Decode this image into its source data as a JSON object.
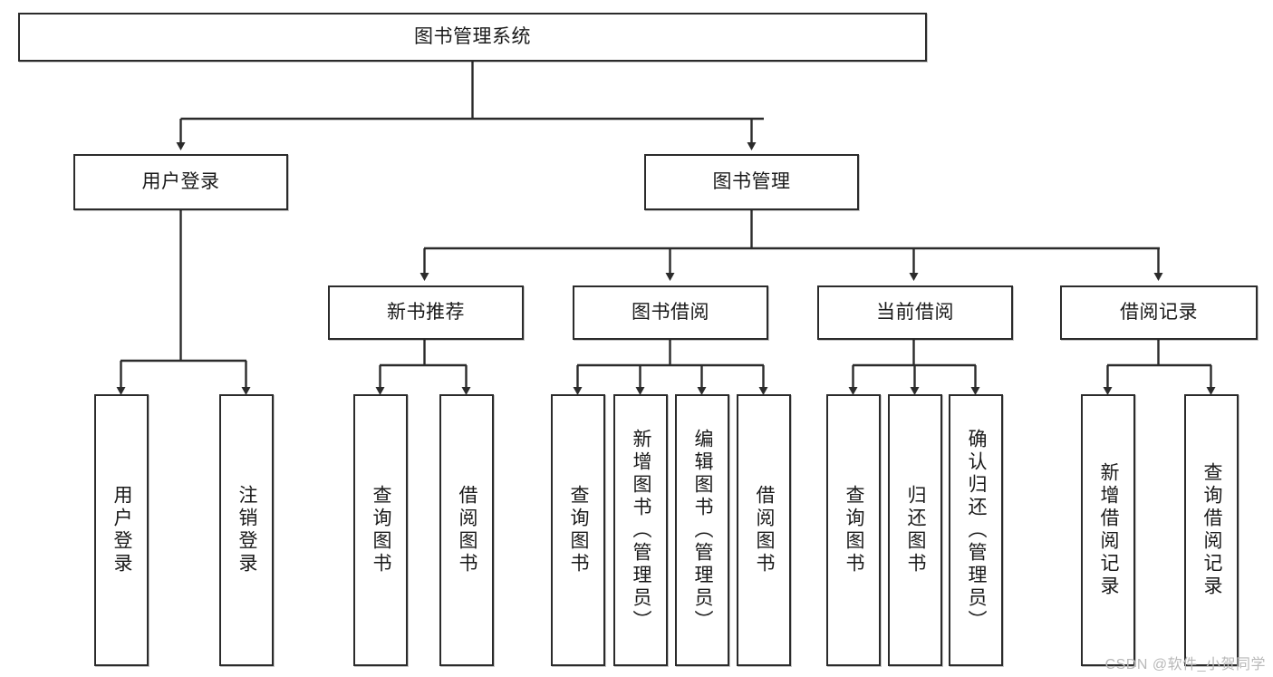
{
  "diagram": {
    "type": "tree-hierarchy",
    "title": "图书管理系统",
    "watermark": "CSDN @软件_小贺同学",
    "colors": {
      "box_border": "#2b2b2b",
      "box_fill": "#ffffff",
      "connector": "#2b2b2b",
      "watermark": "#b9b9b9",
      "background": "#ffffff"
    },
    "nodes": {
      "root": {
        "label": "图书管理系统",
        "orientation": "horizontal",
        "level": 0
      },
      "l1": [
        {
          "id": "user-login",
          "label": "用户登录",
          "orientation": "horizontal",
          "level": 1
        },
        {
          "id": "book-manage",
          "label": "图书管理",
          "orientation": "horizontal",
          "level": 1
        }
      ],
      "l2": [
        {
          "id": "new-book-rec",
          "label": "新书推荐",
          "orientation": "horizontal",
          "level": 2,
          "parent": "book-manage"
        },
        {
          "id": "book-borrow",
          "label": "图书借阅",
          "orientation": "horizontal",
          "level": 2,
          "parent": "book-manage"
        },
        {
          "id": "current-borrow",
          "label": "当前借阅",
          "orientation": "horizontal",
          "level": 2,
          "parent": "book-manage"
        },
        {
          "id": "borrow-record",
          "label": "借阅记录",
          "orientation": "horizontal",
          "level": 2,
          "parent": "book-manage"
        }
      ],
      "leaves": [
        {
          "id": "leaf-user-login",
          "label": "用户登录",
          "orientation": "vertical",
          "parent": "user-login"
        },
        {
          "id": "leaf-logout",
          "label": "注销登录",
          "orientation": "vertical",
          "parent": "user-login"
        },
        {
          "id": "leaf-query-book-1",
          "label": "查询图书",
          "orientation": "vertical",
          "parent": "new-book-rec"
        },
        {
          "id": "leaf-borrow-book-1",
          "label": "借阅图书",
          "orientation": "vertical",
          "parent": "new-book-rec"
        },
        {
          "id": "leaf-query-book-2",
          "label": "查询图书",
          "orientation": "vertical",
          "parent": "book-borrow"
        },
        {
          "id": "leaf-add-book",
          "label": "新增图书（管理员）",
          "orientation": "vertical",
          "parent": "book-borrow"
        },
        {
          "id": "leaf-edit-book",
          "label": "编辑图书（管理员）",
          "orientation": "vertical",
          "parent": "book-borrow"
        },
        {
          "id": "leaf-borrow-book-2",
          "label": "借阅图书",
          "orientation": "vertical",
          "parent": "book-borrow"
        },
        {
          "id": "leaf-query-book-3",
          "label": "查询图书",
          "orientation": "vertical",
          "parent": "current-borrow"
        },
        {
          "id": "leaf-return-book",
          "label": "归还图书",
          "orientation": "vertical",
          "parent": "current-borrow"
        },
        {
          "id": "leaf-confirm-return",
          "label": "确认归还（管理员）",
          "orientation": "vertical",
          "parent": "current-borrow"
        },
        {
          "id": "leaf-add-record",
          "label": "新增借阅记录",
          "orientation": "vertical",
          "parent": "borrow-record"
        },
        {
          "id": "leaf-query-record",
          "label": "查询借阅记录",
          "orientation": "vertical",
          "parent": "borrow-record"
        }
      ]
    }
  }
}
